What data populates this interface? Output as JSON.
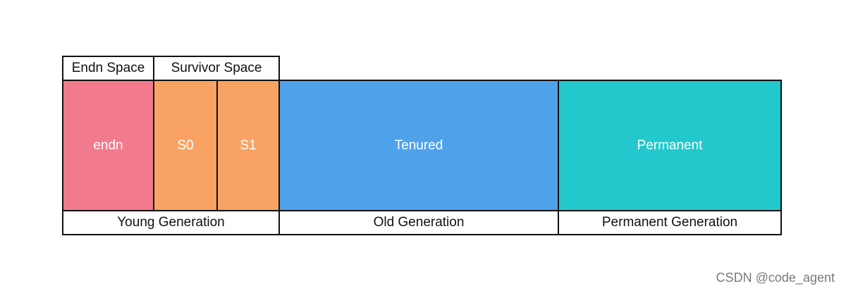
{
  "top_labels": {
    "eden_space": "Endn Space",
    "survivor_space": "Survivor Space"
  },
  "regions": {
    "eden": {
      "label": "endn",
      "color": "#f17a8d"
    },
    "s0": {
      "label": "S0",
      "color": "#f8a363"
    },
    "s1": {
      "label": "S1",
      "color": "#f8a363"
    },
    "tenured": {
      "label": "Tenured",
      "color": "#4ea2ea"
    },
    "permanent": {
      "label": "Permanent",
      "color": "#22c8cc"
    }
  },
  "bottom_labels": {
    "young_generation": "Young Generation",
    "old_generation": "Old Generation",
    "permanent_generation": "Permanent Generation"
  },
  "watermark": "CSDN @code_agent"
}
